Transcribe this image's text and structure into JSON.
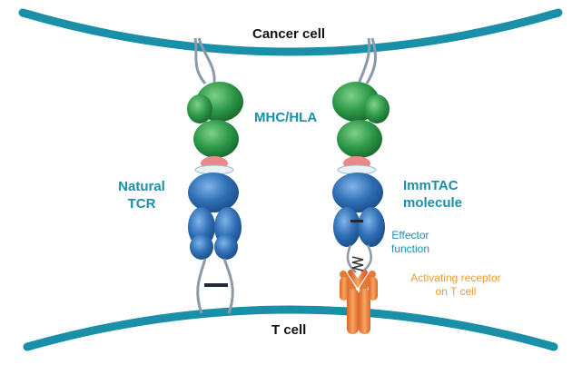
{
  "labels": {
    "cancer_cell": "Cancer cell",
    "t_cell": "T cell",
    "mhc_hla": "MHC/HLA",
    "natural_tcr_line1": "Natural",
    "natural_tcr_line2": "TCR",
    "immtac_line1": "ImmTAC",
    "immtac_line2": "molecule",
    "effector_line1": "Effector",
    "effector_line2": "function",
    "activating_line1": "Activating receptor",
    "activating_line2": "on T cell"
  },
  "colors": {
    "membrane": "#1a8fa8",
    "mhc_green": "#2e9a4a",
    "tcr_blue": "#2f6fb5",
    "peptide_pink": "#e88a8a",
    "receptor_orange": "#f08a3a",
    "label_teal": "#1a8fa8",
    "label_orange": "#f29a2e"
  }
}
